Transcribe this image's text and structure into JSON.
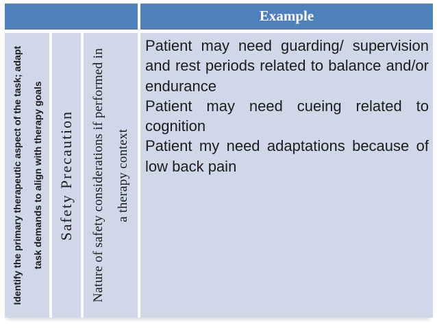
{
  "colors": {
    "header_blue": "#4e80bc",
    "cell_lavender": "#d0d7e8",
    "border_white": "#ffffff",
    "header_text": "#ffffff",
    "body_text": "#1c1c1c"
  },
  "table": {
    "header": {
      "example_label": "Example"
    },
    "columns": [
      {
        "lines": [
          "Identify the primary therapeutic aspect of the task; adapt",
          "task demands to align with therapy goals"
        ]
      },
      {
        "lines": [
          "Safety Precaution"
        ]
      },
      {
        "lines": [
          "Nature of safety considerations if performed in",
          "a therapy context"
        ]
      }
    ],
    "example_cell": {
      "paragraphs": [
        "Patient may need guarding/ supervision and rest periods related to balance and/or endurance",
        "Patient may need cueing related to cognition",
        "Patient my need adaptations because of low back pain"
      ]
    }
  }
}
